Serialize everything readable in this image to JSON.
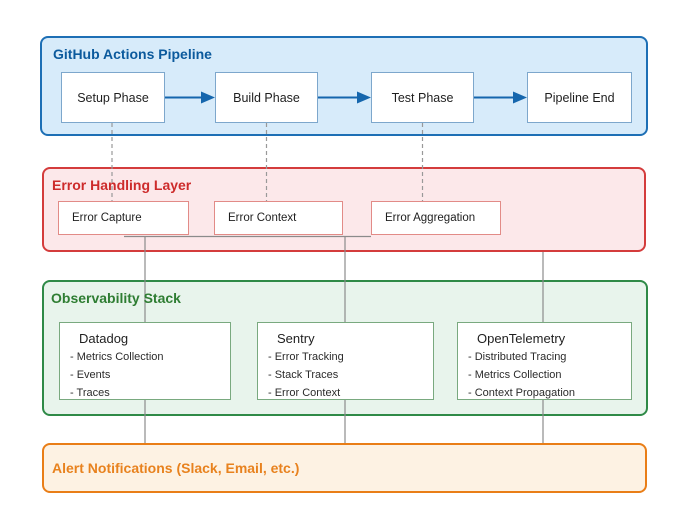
{
  "colors": {
    "blue-fill": "#d7ebfa",
    "blue-border": "#1d6fb5",
    "blue-text": "#0b5a9d",
    "arrow-blue": "#1566ad",
    "node-blue-border": "#7da7cc",
    "red-fill": "#fce8ea",
    "red-border": "#d43c3c",
    "red-text": "#cd2b2b",
    "node-red-border": "#e28b87",
    "green-fill": "#e8f4ec",
    "green-border": "#2f8a47",
    "green-text": "#2e7d32",
    "node-green-border": "#79a97f",
    "orange-fill": "#fdf2e3",
    "orange-border": "#e97e17",
    "orange-text": "#e8821e",
    "connector-gray": "#8b8b8b",
    "dashed-gray": "#999999",
    "node-text": "#1f1f1f"
  },
  "pipeline": {
    "title": "GitHub Actions Pipeline",
    "nodes": [
      "Setup Phase",
      "Build Phase",
      "Test Phase",
      "Pipeline End"
    ]
  },
  "error_layer": {
    "title": "Error Handling Layer",
    "nodes": [
      "Error Capture",
      "Error Context",
      "Error Aggregation"
    ]
  },
  "observability": {
    "title": "Observability Stack",
    "tools": [
      {
        "name": "Datadog",
        "items": [
          "- Metrics Collection",
          "- Events",
          "- Traces"
        ]
      },
      {
        "name": "Sentry",
        "items": [
          "- Error Tracking",
          "- Stack Traces",
          "- Error Context"
        ]
      },
      {
        "name": "OpenTelemetry",
        "items": [
          "- Distributed Tracing",
          "- Metrics Collection",
          "- Context Propagation"
        ]
      }
    ]
  },
  "alerts": {
    "title": "Alert Notifications (Slack, Email, etc.)"
  }
}
